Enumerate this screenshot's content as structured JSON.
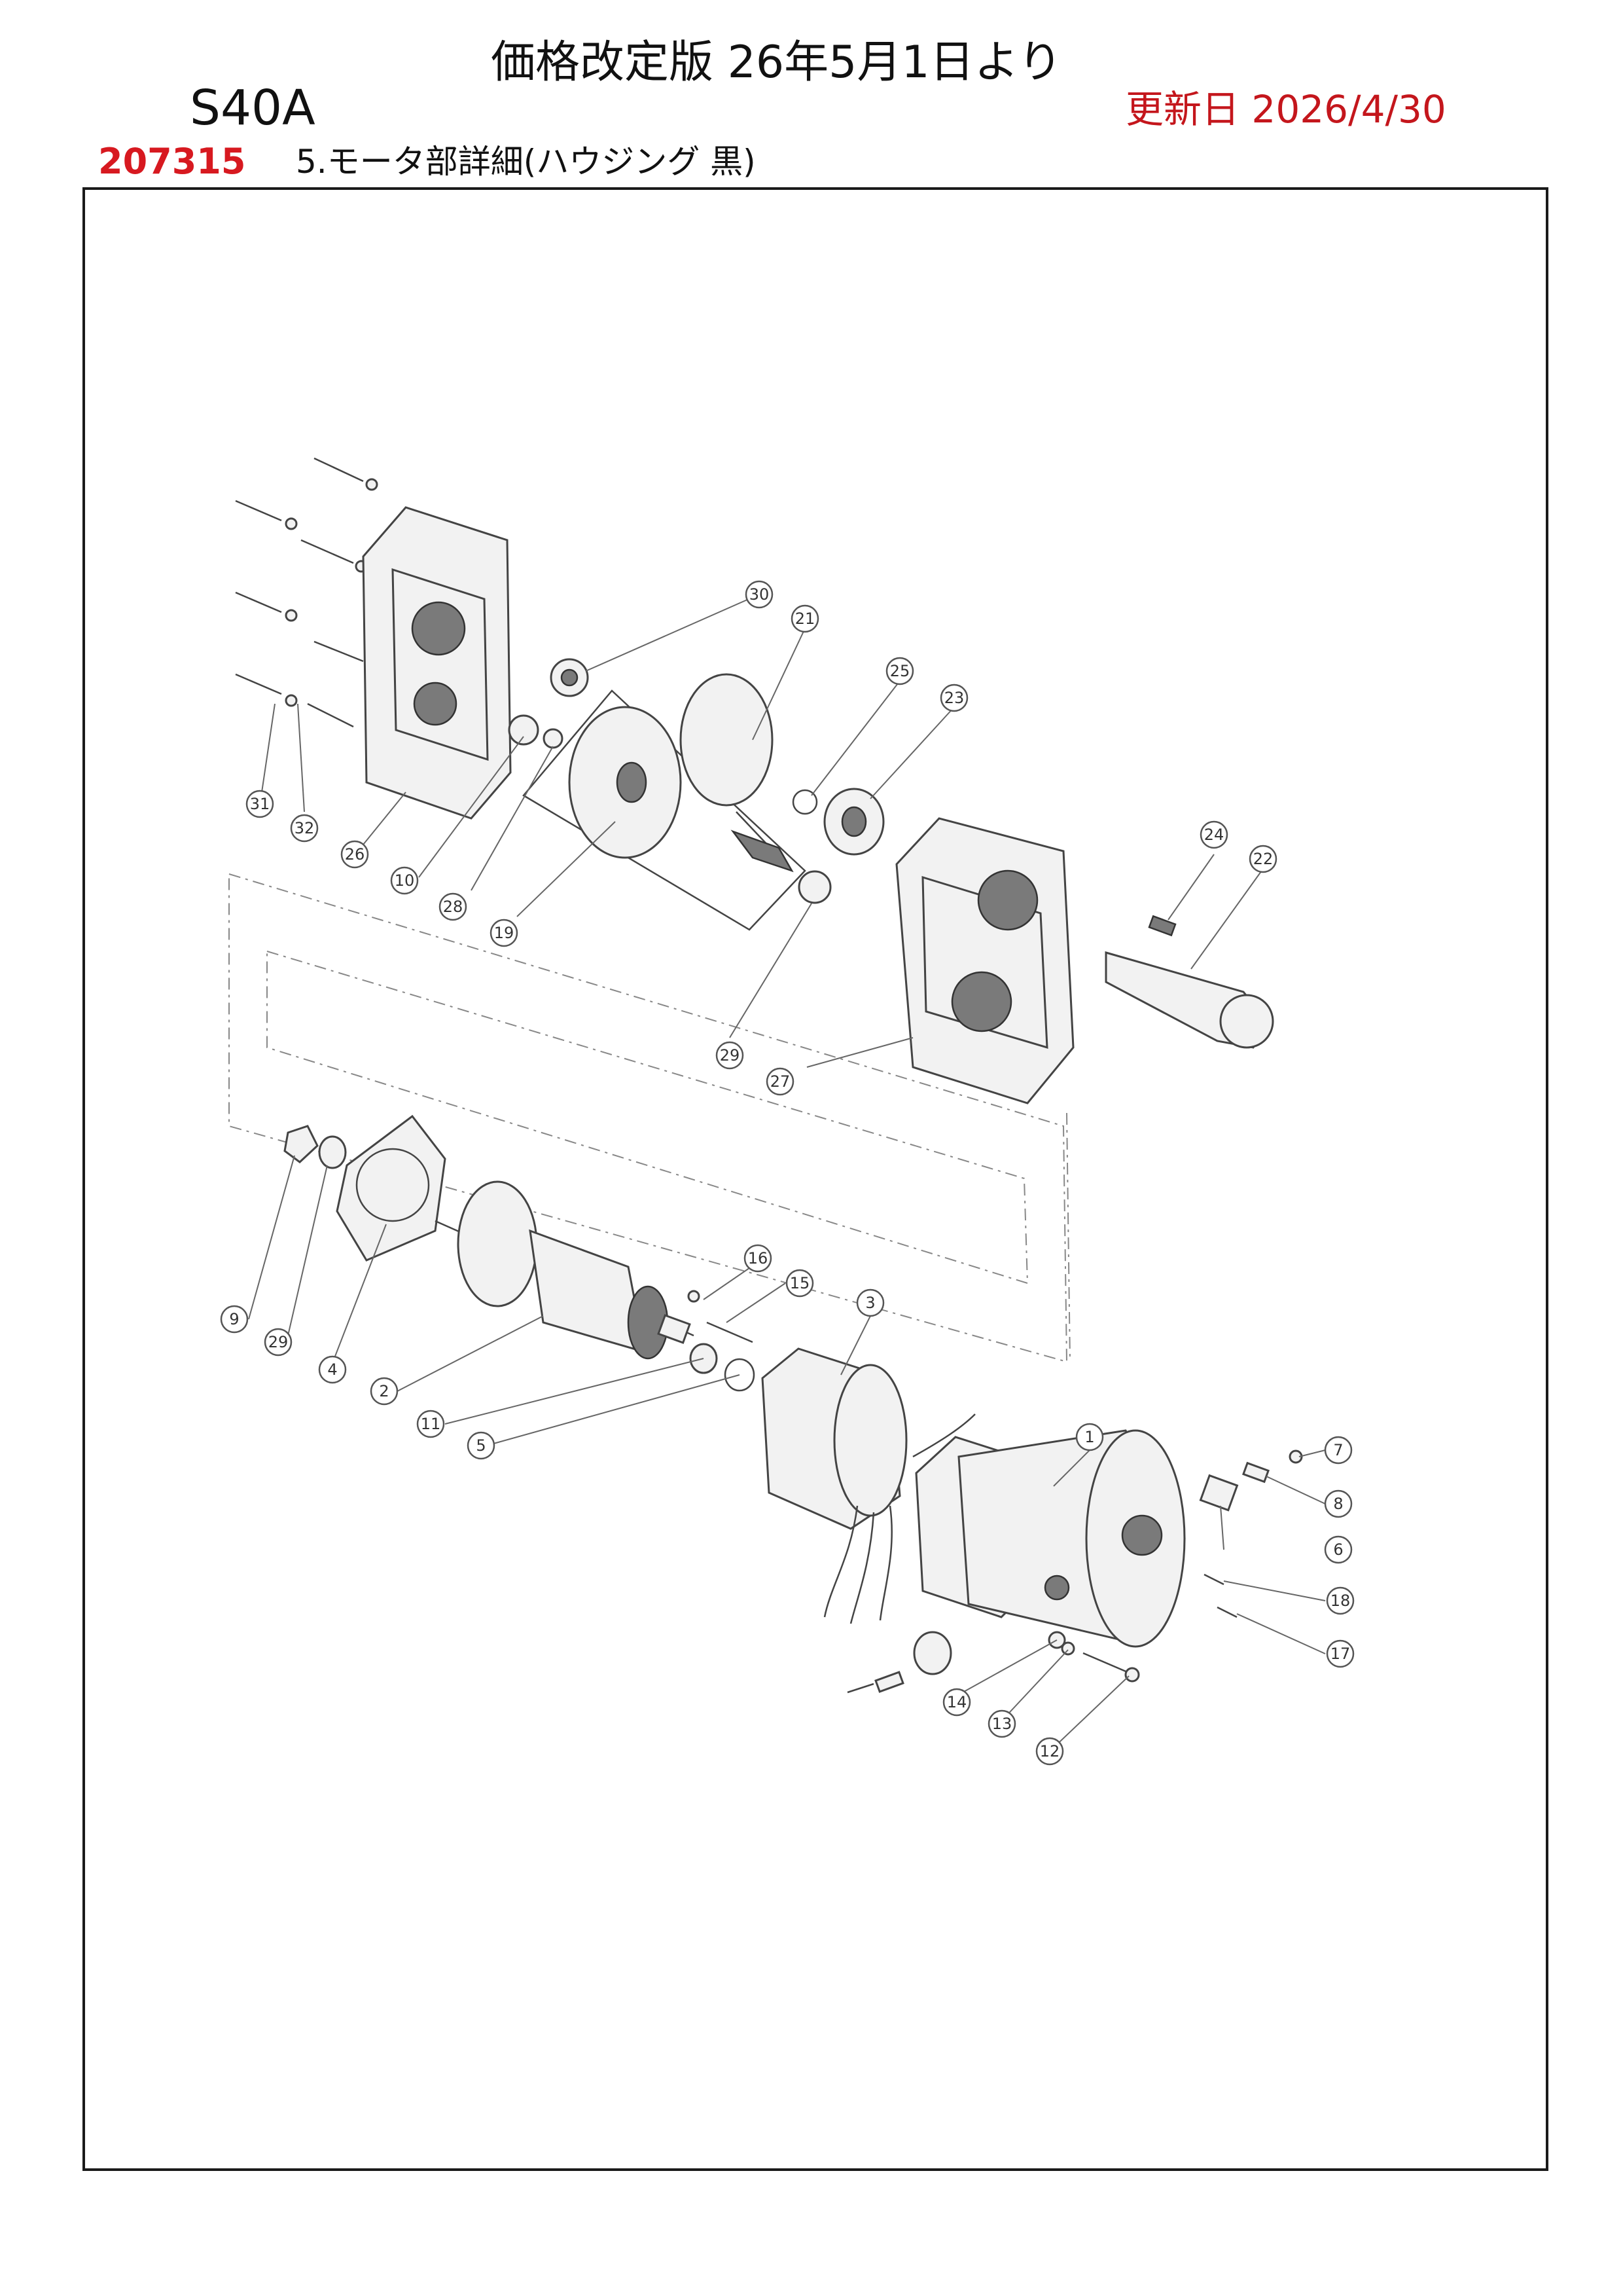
{
  "header": {
    "model": "S40A",
    "price_revision": "価格改定版 26年5月1日より",
    "updated": "更新日 2026/4/30",
    "part_number": "207315",
    "section_title": "5.モータ部詳細(ハウジング 黒)"
  },
  "colors": {
    "accent_red": "#d71920",
    "updated_red": "#c4161c",
    "frame": "#1a1a1a"
  },
  "callouts": [
    "1",
    "2",
    "3",
    "4",
    "5",
    "6",
    "7",
    "8",
    "9",
    "10",
    "11",
    "12",
    "13",
    "14",
    "15",
    "16",
    "17",
    "18",
    "19",
    "21",
    "22",
    "23",
    "24",
    "25",
    "26",
    "27",
    "28",
    "29",
    "29",
    "30",
    "31",
    "32"
  ]
}
